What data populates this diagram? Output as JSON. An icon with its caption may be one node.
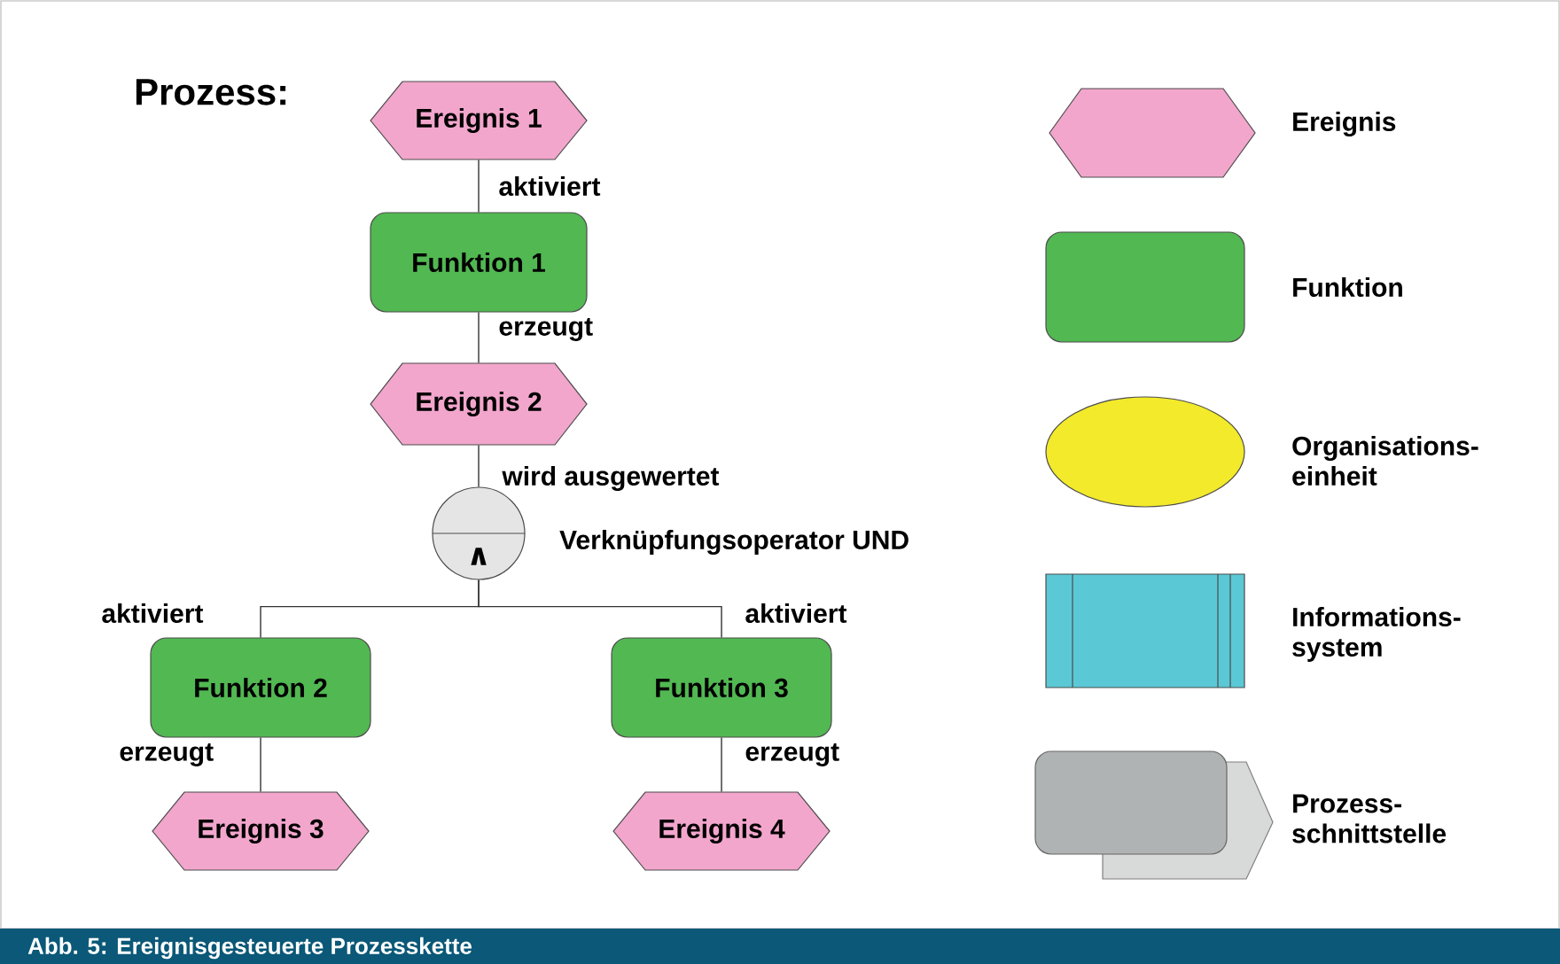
{
  "diagram": {
    "title": "Prozess:",
    "caption": "Abb. 5: Ereignisgesteuerte Prozesskette",
    "nodes": [
      {
        "text": [
          "Ereignis 1"
        ]
      },
      {
        "text": [
          "Funktion 1"
        ]
      },
      {
        "text": [
          "Ereignis 2"
        ]
      },
      {
        "text": [
          "∧"
        ],
        "beside": [
          "Verknüpfungsoperator UND"
        ]
      },
      {
        "text": [
          "Funktion 2"
        ]
      },
      {
        "text": [
          "Funktion 3"
        ]
      },
      {
        "text": [
          "Ereignis 3"
        ]
      },
      {
        "text": [
          "Ereignis 4"
        ]
      }
    ],
    "edges": [
      {
        "from": 0,
        "to": 1,
        "arrow": "none",
        "label": "aktiviert"
      },
      {
        "from": 1,
        "to": 2,
        "arrow": "none",
        "label": "erzeugt"
      },
      {
        "from": 2,
        "to": 3,
        "arrow": "none",
        "label": "wird ausgewertet"
      },
      {
        "from": 3,
        "to": 4,
        "arrow": "none",
        "label": "aktiviert"
      },
      {
        "from": 3,
        "to": 5,
        "arrow": "none",
        "label": "aktiviert"
      },
      {
        "from": 4,
        "to": 6,
        "arrow": "none",
        "label": "erzeugt"
      },
      {
        "from": 5,
        "to": 7,
        "arrow": "none",
        "label": "erzeugt"
      }
    ],
    "legend": [
      {
        "text": "Ereignis"
      },
      {
        "text": "Funktion"
      },
      {
        "text": "Organisations- einheit"
      },
      {
        "text": "Informations- system"
      },
      {
        "text": "Prozess- schnittstelle"
      }
    ]
  }
}
